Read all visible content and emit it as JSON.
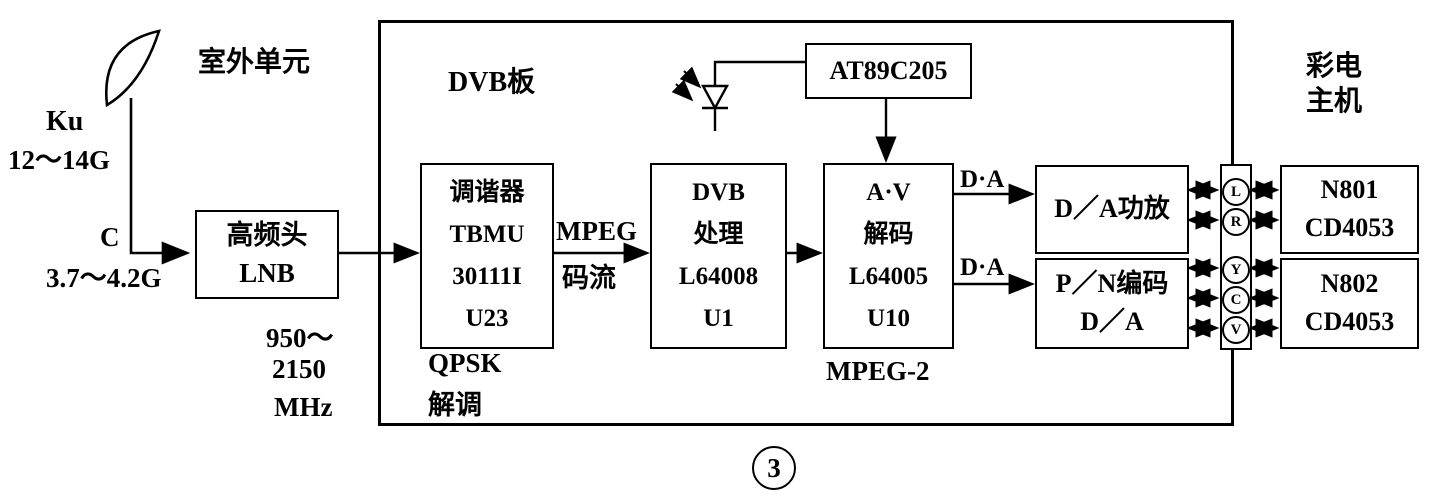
{
  "figure_label": {
    "number": "3"
  },
  "left_section": {
    "outdoor_unit": "室外单元",
    "ku": "Ku",
    "ku_freq": "12～14G",
    "c": "C",
    "c_freq": "3.7～4.2G",
    "if_freq1": "950～",
    "if_freq2": "2150",
    "if_freq3": "MHz"
  },
  "board": {
    "title": "DVB板",
    "qpsk1": "QPSK",
    "qpsk2": "解调",
    "mpeg_stream1": "MPEG",
    "mpeg_stream2": "码流",
    "mpeg2_label": "MPEG-2",
    "da_top": "D·A",
    "da_bottom": "D·A"
  },
  "right_section": {
    "tv1": "彩电",
    "tv2": "主机"
  },
  "blocks": {
    "lnb": {
      "l1": "高频头",
      "l2": "LNB"
    },
    "tuner": {
      "l1": "调谐器",
      "l2": "TBMU",
      "l3": "30111I",
      "l4": "U23"
    },
    "dvb_processor": {
      "l1": "DVB",
      "l2": "处理",
      "l3": "L64008",
      "l4": "U1"
    },
    "av_decoder": {
      "l1": "A·V",
      "l2": "解码",
      "l3": "L64005",
      "l4": "U10"
    },
    "mcu": {
      "l1": "AT89C205"
    },
    "da_amp": {
      "l1": "D／A功放"
    },
    "pn_encoder": {
      "l1": "P／N编码",
      "l2": "D／A"
    },
    "n801": {
      "l1": "N801",
      "l2": "CD4053"
    },
    "n802": {
      "l1": "N802",
      "l2": "CD4053"
    }
  },
  "connectors": [
    "L",
    "R",
    "Y",
    "C",
    "V"
  ]
}
